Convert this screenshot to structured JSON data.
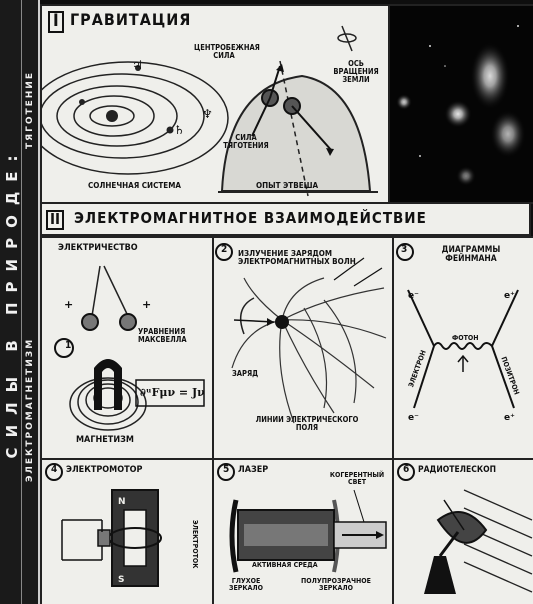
{
  "spine": {
    "main_text": "СИЛЫ В ПРИРОДЕ:",
    "sub_text_top": "ТЯГОТЕНИЕ",
    "sub_text_bottom": "ЭЛЕКТРОМАГНЕТИЗМ"
  },
  "gravity": {
    "numeral": "I",
    "title": "ГРАВИТАЦИЯ",
    "solar_system_label": "СОЛНЕЧНАЯ СИСТЕМА",
    "centrifugal_label": "ЦЕНТРОБЕЖНАЯ СИЛА",
    "earth_axis_label": "ОСЬ ВРАЩЕНИЯ ЗЕМЛИ",
    "gravity_force_label": "СИЛА ТЯГОТЕНИЯ",
    "plumb_label": "ОПЫТ ЭТВЕША"
  },
  "em": {
    "numeral": "II",
    "title": "ЭЛЕКТРОМАГНИТНОЕ ВЗАИМОДЕЙСТВИЕ",
    "electricity_label": "ЭЛЕКТРИЧЕСТВО",
    "maxwell_label": "УРАВНЕНИЯ МАКСВЕЛЛА",
    "maxwell_formula": "∂ᵘFμν = Jν",
    "magnetism_label": "МАГНЕТИЗМ",
    "radiation_title": "ИЗЛУЧЕНИЕ ЗАРЯДОМ ЭЛЕКТРОМАГНИТНЫХ ВОЛН",
    "charge_label": "ЗАРЯД",
    "field_lines_label": "ЛИНИИ ЭЛЕКТРИЧЕСКОГО ПОЛЯ",
    "feynman_title": "ДИАГРАММЫ ФЕЙНМАНА",
    "photon_label": "ФОТОН",
    "electron_label": "ЭЛЕКТРОН",
    "positron_label": "ПОЗИТРОН",
    "motor_title": "ЭЛЕКТРОМОТОР",
    "motor_side_label": "ЭЛЕКТРОТОК",
    "laser_title": "ЛАЗЕР",
    "coherent_label": "КОГЕРЕНТНЫЙ СВЕТ",
    "active_medium_label": "АКТИВНАЯ СРЕДА",
    "blind_mirror_label": "ГЛУХОЕ ЗЕРКАЛО",
    "semi_mirror_label": "ПОЛУПРОЗРАЧНОЕ ЗЕРКАЛО",
    "radio_title": "РАДИОТЕЛЕСКОП",
    "n1": "1",
    "n2": "2",
    "n3": "3",
    "n4": "4",
    "n5": "5",
    "n6": "6"
  }
}
